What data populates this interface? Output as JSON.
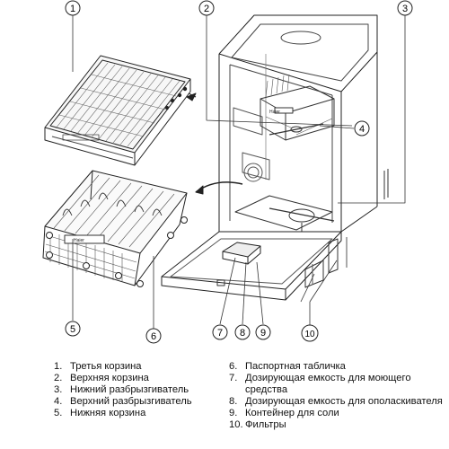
{
  "callouts": [
    "1",
    "2",
    "3",
    "4",
    "5",
    "6",
    "7",
    "8",
    "9",
    "10"
  ],
  "rack_brand": "Haier",
  "legend": [
    {
      "num": "1.",
      "text": "Третья корзина"
    },
    {
      "num": "2.",
      "text": "Верхняя корзина"
    },
    {
      "num": "3.",
      "text": "Нижний разбрызгиватель"
    },
    {
      "num": "4.",
      "text": "Верхний разбрызгиватель"
    },
    {
      "num": "5.",
      "text": "Нижняя корзина"
    },
    {
      "num": "6.",
      "text": "Паспортная табличка"
    },
    {
      "num": "7.",
      "text": "Дозирующая емкость для моющего средства"
    },
    {
      "num": "8.",
      "text": "Дозирующая емкость для ополаскивателя"
    },
    {
      "num": "9.",
      "text": "Контейнер для соли"
    },
    {
      "num": "10.",
      "text": "Фильтры"
    }
  ]
}
